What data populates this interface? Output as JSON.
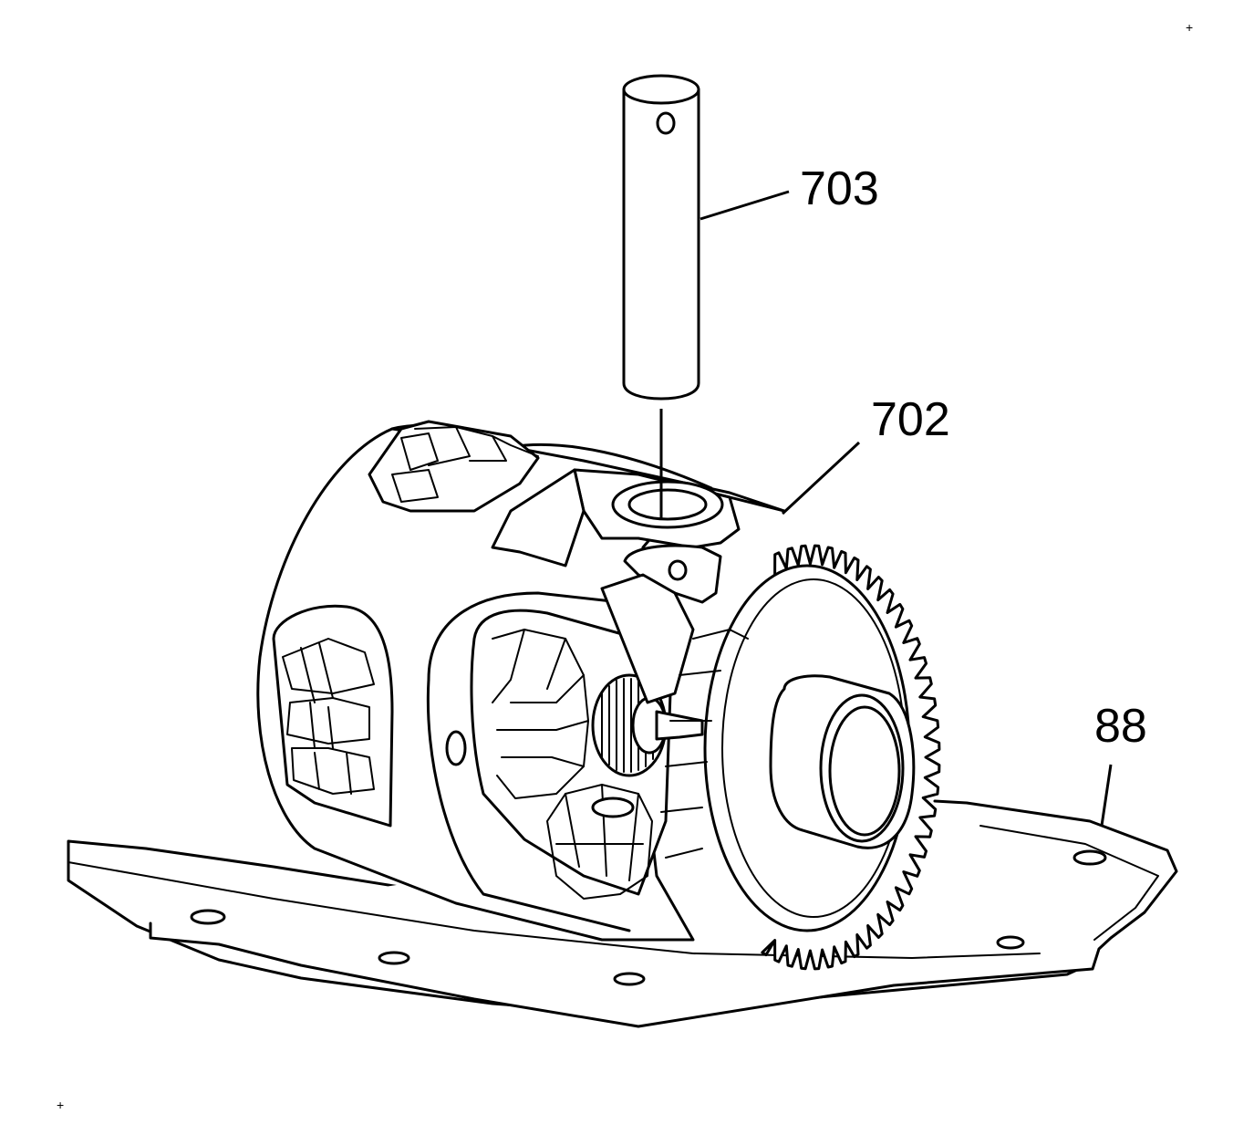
{
  "callouts": {
    "pin": "703",
    "case": "702",
    "gasket": "88"
  },
  "registration_marks": {
    "top_right": "+",
    "bottom_left": "+"
  },
  "colors": {
    "line": "#000000",
    "background": "#ffffff"
  }
}
